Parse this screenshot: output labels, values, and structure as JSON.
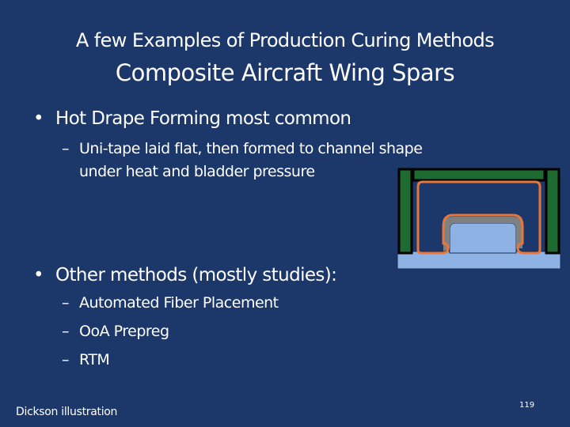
{
  "slide": {
    "title_line1": "A few Examples of Production Curing Methods",
    "title_line2": "Composite Aircraft Wing Spars",
    "bullets": [
      {
        "marker": "•",
        "text": "Hot Drape Forming most common",
        "sub": [
          {
            "marker": "–",
            "text": "Uni-tape laid flat, then formed to channel shape",
            "continuation": "under heat and bladder pressure"
          }
        ]
      },
      {
        "marker": "•",
        "text": "Other methods (mostly studies):",
        "sub": [
          {
            "marker": "–",
            "text": "Automated Fiber Placement"
          },
          {
            "marker": "–",
            "text": "OoA Prepreg"
          },
          {
            "marker": "–",
            "text": "RTM"
          }
        ]
      }
    ],
    "footer": "Dickson illustration",
    "page_number": "119"
  },
  "diagram": {
    "name": "hot-drape-forming-cross-section",
    "colors": {
      "background": "#1c3769",
      "frame_green": "#1e6b32",
      "frame_outline": "#000000",
      "bladder_orange": "#e8763a",
      "laminate_gray": "#808080",
      "tool_lightblue": "#8eb2e3"
    }
  },
  "theme": {
    "background": "#1c3769",
    "text": "#ffffff"
  }
}
